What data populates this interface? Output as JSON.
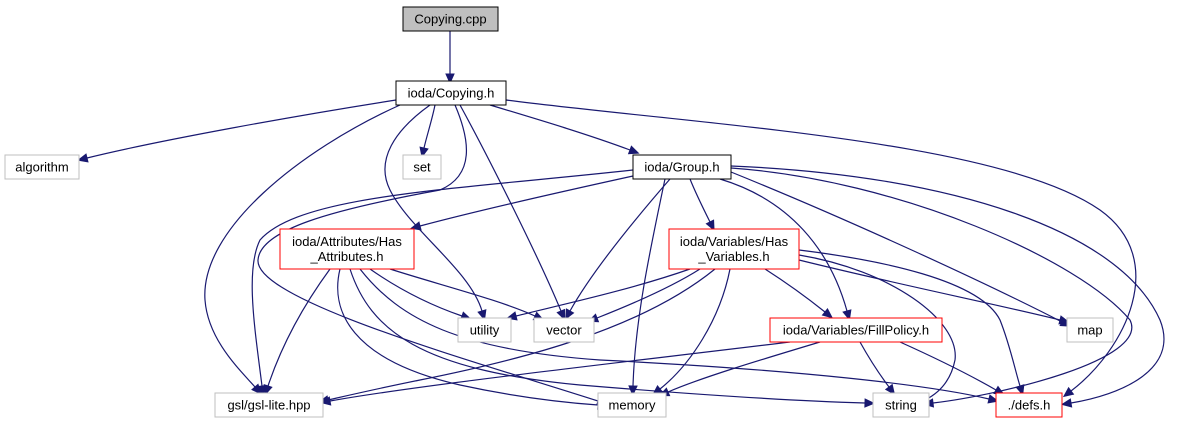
{
  "colors": {
    "edge": "#191970",
    "root_fill": "#bfbfbf",
    "root_stroke": "#000000",
    "normal_stroke": "#000000",
    "highlight_stroke": "#ff0000",
    "external_stroke": "#bfbfbf",
    "node_fill": "#ffffff"
  },
  "nodes": [
    {
      "id": "copying_cpp",
      "label": "Copying.cpp",
      "kind": "root"
    },
    {
      "id": "copying_h",
      "label": "ioda/Copying.h",
      "kind": "normal"
    },
    {
      "id": "algorithm",
      "label": "algorithm",
      "kind": "external"
    },
    {
      "id": "set",
      "label": "set",
      "kind": "external"
    },
    {
      "id": "group_h",
      "label": "ioda/Group.h",
      "kind": "normal"
    },
    {
      "id": "has_attributes_h",
      "label": "ioda/Attributes/Has\n_Attributes.h",
      "kind": "highlight"
    },
    {
      "id": "has_variables_h",
      "label": "ioda/Variables/Has\n_Variables.h",
      "kind": "highlight"
    },
    {
      "id": "utility",
      "label": "utility",
      "kind": "external"
    },
    {
      "id": "vector",
      "label": "vector",
      "kind": "external"
    },
    {
      "id": "fillpolicy_h",
      "label": "ioda/Variables/FillPolicy.h",
      "kind": "highlight"
    },
    {
      "id": "map",
      "label": "map",
      "kind": "external"
    },
    {
      "id": "gsl_lite",
      "label": "gsl/gsl-lite.hpp",
      "kind": "external"
    },
    {
      "id": "memory",
      "label": "memory",
      "kind": "external"
    },
    {
      "id": "string",
      "label": "string",
      "kind": "external"
    },
    {
      "id": "defs_h",
      "label": "./defs.h",
      "kind": "highlight"
    }
  ],
  "edges": [
    {
      "from": "copying_cpp",
      "to": "copying_h"
    },
    {
      "from": "copying_h",
      "to": "algorithm"
    },
    {
      "from": "copying_h",
      "to": "set"
    },
    {
      "from": "copying_h",
      "to": "group_h"
    },
    {
      "from": "copying_h",
      "to": "utility"
    },
    {
      "from": "copying_h",
      "to": "vector"
    },
    {
      "from": "copying_h",
      "to": "gsl_lite"
    },
    {
      "from": "copying_h",
      "to": "memory"
    },
    {
      "from": "copying_h",
      "to": "defs_h"
    },
    {
      "from": "group_h",
      "to": "has_attributes_h"
    },
    {
      "from": "group_h",
      "to": "has_variables_h"
    },
    {
      "from": "group_h",
      "to": "fillpolicy_h"
    },
    {
      "from": "group_h",
      "to": "vector"
    },
    {
      "from": "group_h",
      "to": "memory"
    },
    {
      "from": "group_h",
      "to": "gsl_lite"
    },
    {
      "from": "group_h",
      "to": "map"
    },
    {
      "from": "group_h",
      "to": "string"
    },
    {
      "from": "group_h",
      "to": "defs_h"
    },
    {
      "from": "has_attributes_h",
      "to": "utility"
    },
    {
      "from": "has_attributes_h",
      "to": "vector"
    },
    {
      "from": "has_attributes_h",
      "to": "gsl_lite"
    },
    {
      "from": "has_attributes_h",
      "to": "memory"
    },
    {
      "from": "has_attributes_h",
      "to": "string"
    },
    {
      "from": "has_attributes_h",
      "to": "defs_h"
    },
    {
      "from": "has_variables_h",
      "to": "utility"
    },
    {
      "from": "has_variables_h",
      "to": "vector"
    },
    {
      "from": "has_variables_h",
      "to": "fillpolicy_h"
    },
    {
      "from": "has_variables_h",
      "to": "map"
    },
    {
      "from": "has_variables_h",
      "to": "gsl_lite"
    },
    {
      "from": "has_variables_h",
      "to": "memory"
    },
    {
      "from": "has_variables_h",
      "to": "string"
    },
    {
      "from": "has_variables_h",
      "to": "defs_h"
    },
    {
      "from": "fillpolicy_h",
      "to": "gsl_lite"
    },
    {
      "from": "fillpolicy_h",
      "to": "memory"
    },
    {
      "from": "fillpolicy_h",
      "to": "string"
    },
    {
      "from": "fillpolicy_h",
      "to": "defs_h"
    }
  ]
}
